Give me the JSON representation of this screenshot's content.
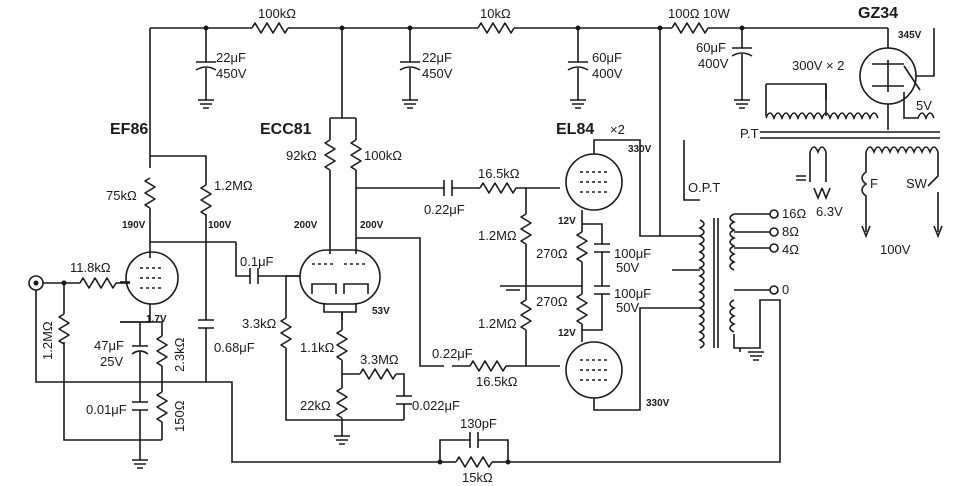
{
  "tubes": {
    "ef86": "EF86",
    "ecc81": "ECC81",
    "el84": "EL84",
    "el84_count": "×2",
    "gz34": "GZ34"
  },
  "resistors": {
    "r_100k_top": "100kΩ",
    "r_10k_top": "10kΩ",
    "r_100_10w": "100Ω  10W",
    "r_75k": "75kΩ",
    "r_1_2M_ef86": "1.2MΩ",
    "r_92k": "92kΩ",
    "r_100k_ecc": "100kΩ",
    "r_16_5k_top": "16.5kΩ",
    "r_16_5k_bot": "16.5kΩ",
    "r_1_2M_grid_top": "1.2MΩ",
    "r_1_2M_grid_bot": "1.2MΩ",
    "r_270_top": "270Ω",
    "r_270_bot": "270Ω",
    "r_11_8k": "11.8kΩ",
    "r_1_2M_input": "1.2MΩ",
    "r_2_3k": "2.3kΩ",
    "r_150": "150Ω",
    "r_3_3k": "3.3kΩ",
    "r_1_1k": "1.1kΩ",
    "r_3_3M": "3.3MΩ",
    "r_22k": "22kΩ",
    "r_15k_fb": "15kΩ"
  },
  "capacitors": {
    "c_22u_a": [
      "22μF",
      "450V"
    ],
    "c_22u_b": [
      "22μF",
      "450V"
    ],
    "c_60u_a": [
      "60μF",
      "400V"
    ],
    "c_60u_b": [
      "60μF",
      "400V"
    ],
    "c_0_22u_top": "0.22μF",
    "c_0_22u_bot": "0.22μF",
    "c_0_1u": "0.1μF",
    "c_0_68u": "0.68μF",
    "c_47u": [
      "47μF",
      "25V"
    ],
    "c_0_01u": "0.01μF",
    "c_0_022u": "0.022μF",
    "c_100u_top": [
      "100μF",
      "50V"
    ],
    "c_100u_bot": [
      "100μF",
      "50V"
    ],
    "c_130p": "130pF"
  },
  "voltages": {
    "v_190": "190V",
    "v_100": "100V",
    "v_1_7": "1.7V",
    "v_200_a": "200V",
    "v_200_b": "200V",
    "v_53": "53V",
    "v_330_top": "330V",
    "v_330_bot": "330V",
    "v_12_top": "12V",
    "v_12_bot": "12V",
    "v_345": "345V"
  },
  "transformers": {
    "pt": "P.T",
    "opt": "O.P.T",
    "pt_secondary": "300V × 2",
    "pt_5v": "5V",
    "pt_6_3v": "6.3V",
    "mains_f": "F",
    "mains_sw": "SW",
    "mains_100v": "100V",
    "tap_16": "16Ω",
    "tap_8": "8Ω",
    "tap_4": "4Ω",
    "tap_0": "0"
  }
}
